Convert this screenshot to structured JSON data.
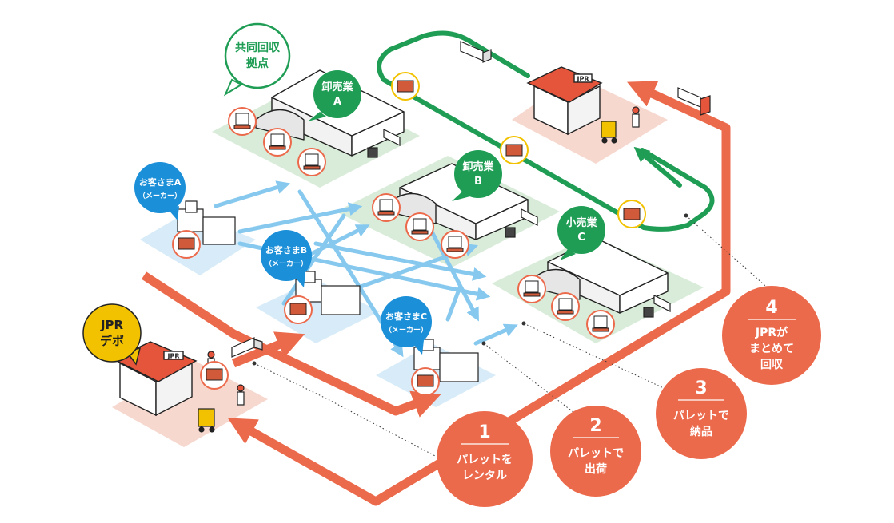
{
  "labels": {
    "jpr_depot": [
      "JPR",
      "デポ"
    ],
    "joint_collection": [
      "共同回収",
      "拠点"
    ],
    "wholesaler_a": [
      "卸売業",
      "A"
    ],
    "wholesaler_b": [
      "卸売業",
      "B"
    ],
    "retailer_c": [
      "小売業",
      "C"
    ],
    "customer_a": [
      "お客さまA",
      "（メーカー）"
    ],
    "customer_b": [
      "お客さまB",
      "（メーカー）"
    ],
    "customer_c": [
      "お客さまC",
      "（メーカー）"
    ],
    "jpr_sign": "JPR"
  },
  "steps": [
    {
      "num": "1",
      "lines": [
        "パレットを",
        "レンタル"
      ]
    },
    {
      "num": "2",
      "lines": [
        "パレットで",
        "出荷"
      ]
    },
    {
      "num": "3",
      "lines": [
        "パレットで",
        "納品"
      ]
    },
    {
      "num": "4",
      "lines": [
        "JPRが",
        "まとめて",
        "回収"
      ]
    }
  ],
  "colors": {
    "orange": "#ec6a4c",
    "green": "#1f9d55",
    "blue": "#1b8fd8",
    "yellow": "#f2c200",
    "light_blue": "#87c9ee",
    "pale_green": "#d9ecd9",
    "pale_blue": "#d7ecf8",
    "pale_pink": "#f7d8cf"
  }
}
